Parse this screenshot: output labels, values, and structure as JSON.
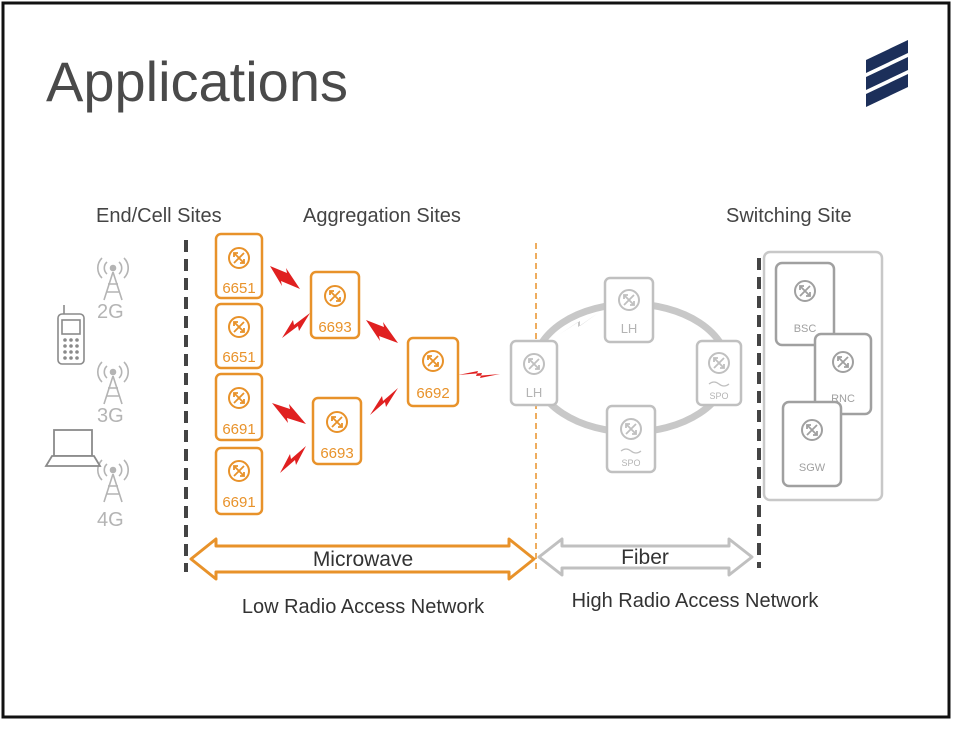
{
  "title": "Applications",
  "colors": {
    "orange": "#e8922a",
    "red_link": "#e02020",
    "gray": "#b4b4b4",
    "dark_gray": "#8a8a8a",
    "title_text": "#4a4a4a",
    "logo_blue": "#1c2f5a"
  },
  "section_headers": {
    "end_cell": "End/Cell Sites",
    "aggregation": "Aggregation Sites",
    "switching": "Switching Site"
  },
  "end_devices": {
    "tech_2g": "2G",
    "tech_3g": "3G",
    "tech_4g": "4G"
  },
  "cell_nodes": [
    "6651",
    "6651",
    "6691",
    "6691"
  ],
  "aggregation_nodes": [
    "6693",
    "6693"
  ],
  "hub_node": "6692",
  "ring_nodes": {
    "lh_left": "LH",
    "lh_top": "LH",
    "spo_right": "SPO",
    "spo_bottom": "SPO"
  },
  "switching_nodes": [
    "BSC",
    "RNC",
    "SGW"
  ],
  "bottom": {
    "microwave": "Microwave",
    "fiber": "Fiber",
    "low_ran": "Low Radio Access Network",
    "high_ran": "High Radio Access Network"
  }
}
